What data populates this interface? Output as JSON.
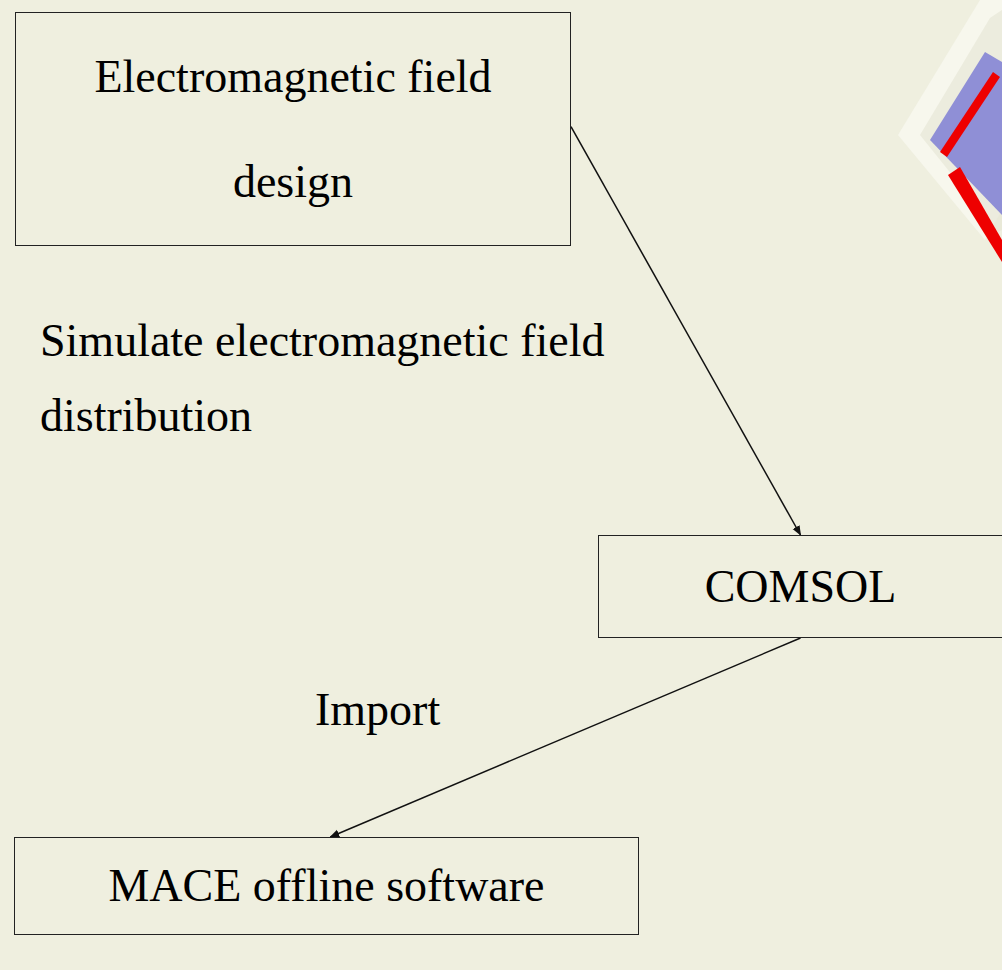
{
  "diagram": {
    "nodes": [
      {
        "text": [
          "Electromagnetic field design"
        ]
      },
      {
        "text": [
          "COMSOL"
        ]
      },
      {
        "text": [
          "MACE offline software"
        ]
      }
    ],
    "edges": [
      {
        "from": 0,
        "to": 1,
        "arrow": "to",
        "label": "Simulate electromagnetic field distribution"
      },
      {
        "from": 1,
        "to": 2,
        "arrow": "to",
        "label": "Import"
      }
    ]
  }
}
